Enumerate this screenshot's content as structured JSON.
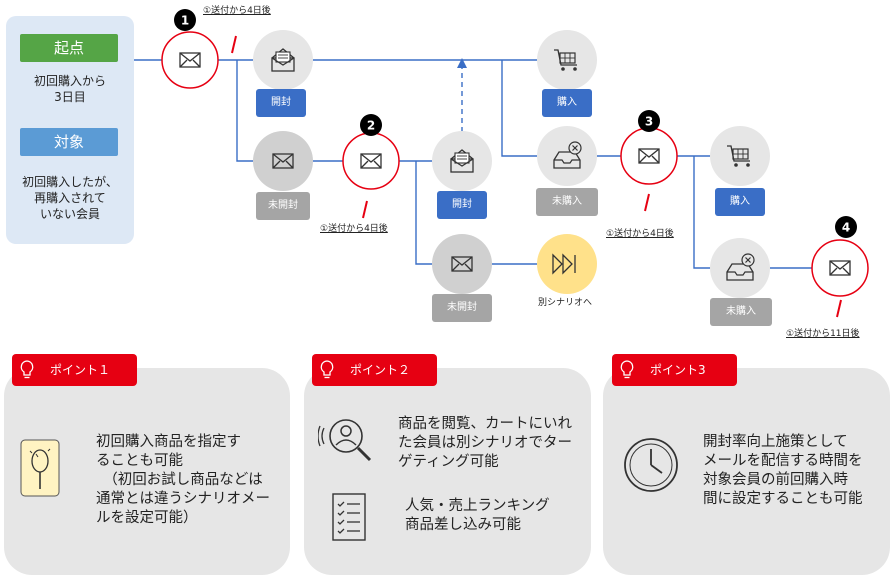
{
  "sidebar": {
    "start_tag": "起点",
    "start_text": "初回購入から\n3日目",
    "target_tag": "対象",
    "target_text": "初回購入したが、\n再購入されて\nいない会員"
  },
  "flow": {
    "step_numbers": [
      "1",
      "2",
      "3",
      "4"
    ],
    "notes": {
      "n1": "①送付から4日後",
      "n2": "①送付から4日後",
      "n3": "①送付から4日後",
      "n4": "①送付から11日後"
    },
    "labels": {
      "open1": "開封",
      "unopen1": "未開封",
      "open2": "開封",
      "unopen2": "未開封",
      "buy1": "購入",
      "nobuy1": "未購入",
      "buy2": "購入",
      "nobuy2": "未購入"
    },
    "other_scenario": "別シナリオへ"
  },
  "points": [
    {
      "tag": "ポイント１",
      "text": "初回購入商品を指定す\nることも可能\n　（初回お試し商品などは\n通常とは違うシナリオメー\nルを設定可能）"
    },
    {
      "tag": "ポイント２",
      "text_a": "商品を閲覧、カートにいれ\nた会員は別シナリオでター\nゲティング可能",
      "text_b": "人気・売上ランキング\n商品差し込み可能"
    },
    {
      "tag": "ポイント3",
      "text": "開封率向上施策として\nメールを配信する時間を\n対象会員の前回購入時\n間に設定することも可能"
    }
  ],
  "colors": {
    "accent_red": "#e60012",
    "blue": "#3a6ec6",
    "green": "#55a546",
    "grey": "#a5a5a5"
  }
}
